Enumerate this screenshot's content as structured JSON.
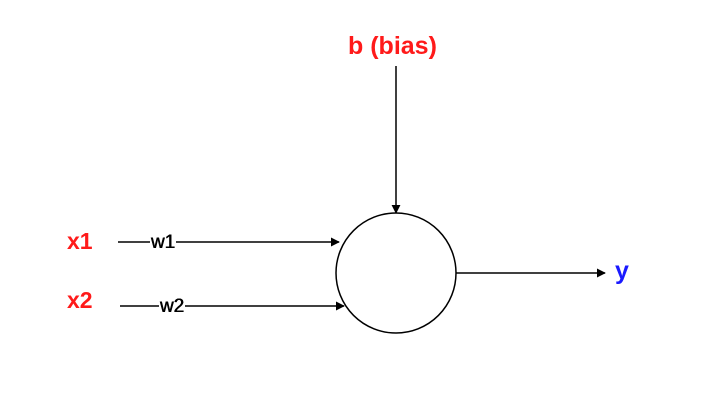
{
  "diagram": {
    "bias_label": "b (bias)",
    "inputs": [
      {
        "label": "x1",
        "weight": "w1"
      },
      {
        "label": "x2",
        "weight": "w2"
      }
    ],
    "output_label": "y"
  },
  "colors": {
    "input_text": "#ff1a1a",
    "bias_text": "#ff1a1a",
    "output_text": "#1a1aff",
    "lines": "#000000",
    "weight_text": "#000000"
  }
}
